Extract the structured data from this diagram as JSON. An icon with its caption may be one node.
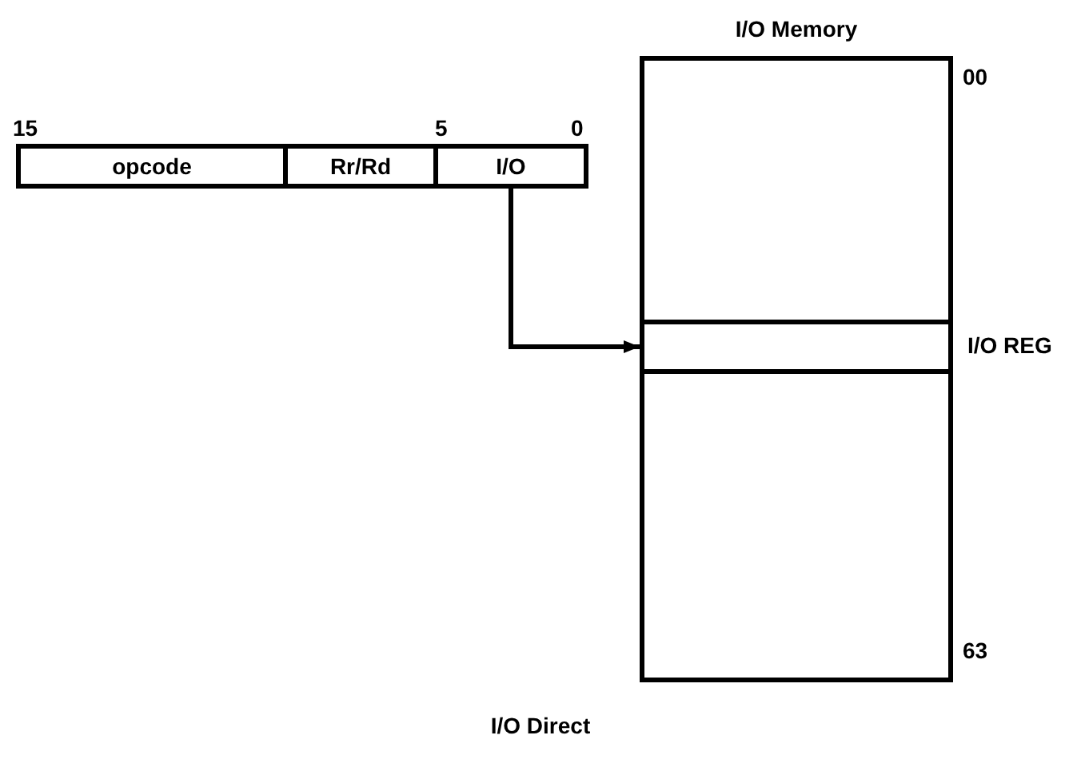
{
  "diagram": {
    "caption": "I/O Direct",
    "nodes": [
      {
        "text": [
          "opcode"
        ]
      },
      {
        "text": [
          "Rr/Rd"
        ]
      },
      {
        "text": [
          "I/O"
        ]
      },
      {
        "text": [
          "I/O Memory"
        ]
      },
      {
        "text": [
          "I/O REG"
        ],
        "in": 3
      }
    ],
    "edges": [
      {
        "from": 2,
        "to": 4,
        "arrow": "to"
      }
    ],
    "labels": [
      "15",
      "5",
      "0",
      "00",
      "63"
    ]
  }
}
